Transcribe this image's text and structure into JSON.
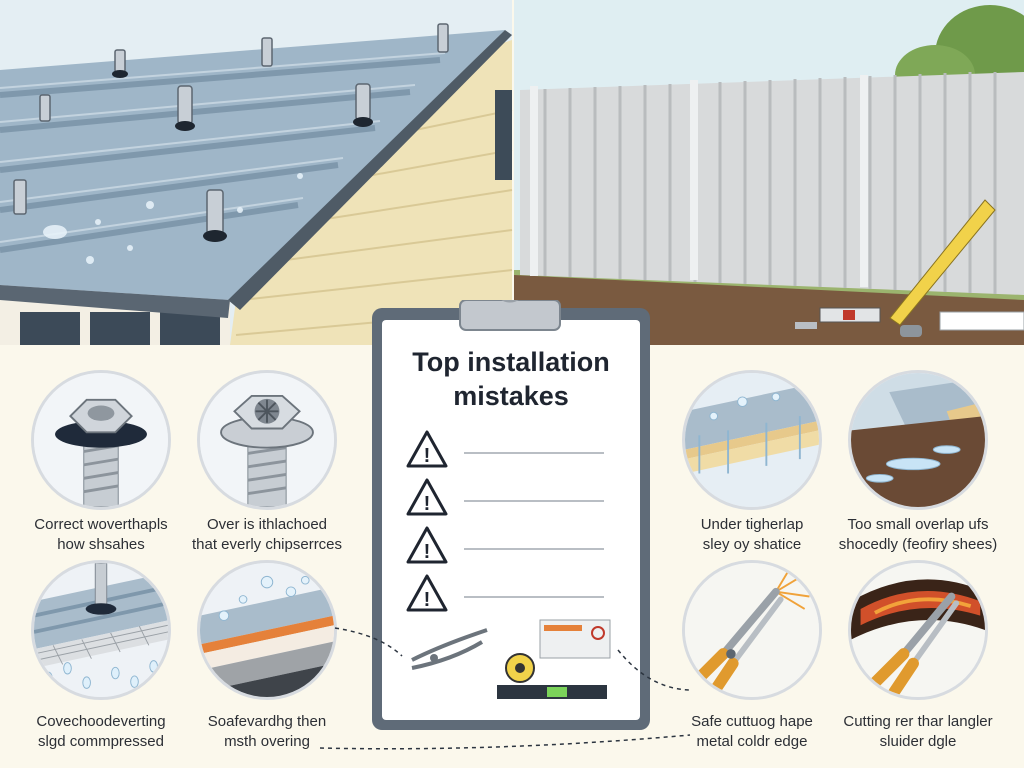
{
  "board": {
    "title_line1": "Top installation",
    "title_line2": "mistakes"
  },
  "left_items": [
    {
      "line1": "Correct woverthapls",
      "line2": "how shsahes"
    },
    {
      "line1": "Over is ithlachoed",
      "line2": "that everly chipserrces"
    },
    {
      "line1": "Covechoodeverting",
      "line2": "slgd commpressed"
    },
    {
      "line1": "Soafevardhg then",
      "line2": "msth overing"
    }
  ],
  "right_items": [
    {
      "line1": "Under tigherlap",
      "line2": "sley oy shatice"
    },
    {
      "line1": "Too small overlap ufs",
      "line2": "shocedly (feofiry shees)"
    },
    {
      "line1": "Safe cuttuog hape",
      "line2": "metal coldr edge"
    },
    {
      "line1": "Cutting rer thar langler",
      "line2": "sluider dgle"
    }
  ],
  "icons": [
    "warning-icon",
    "tin-snips-icon",
    "spirit-level-icon",
    "tape-measure-icon",
    "screw-icon",
    "hex-nut-icon"
  ],
  "colors": {
    "metal": "#9fb6c8",
    "metal_dark": "#6f8ba1",
    "siding": "#efe3b8",
    "sky": "#dfeef2",
    "ground": "#7a5a40",
    "warning": "#1f2530",
    "snips_handle": "#e09a2e"
  }
}
